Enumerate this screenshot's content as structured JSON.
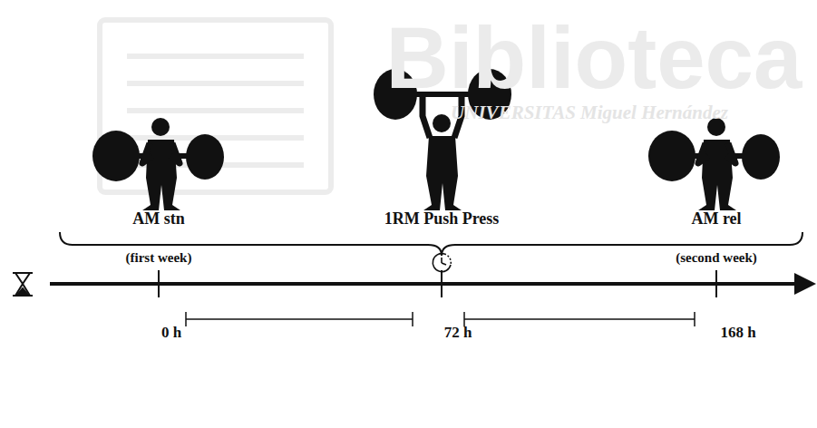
{
  "diagram": {
    "labels": [
      "Biblioteca",
      "UNIVERSITAS Miguel Hernández",
      "AM stn",
      "1RM Push Press",
      "AM rel",
      "(first week)",
      "(second week)",
      "0 h",
      "72 h",
      "168 h"
    ]
  }
}
